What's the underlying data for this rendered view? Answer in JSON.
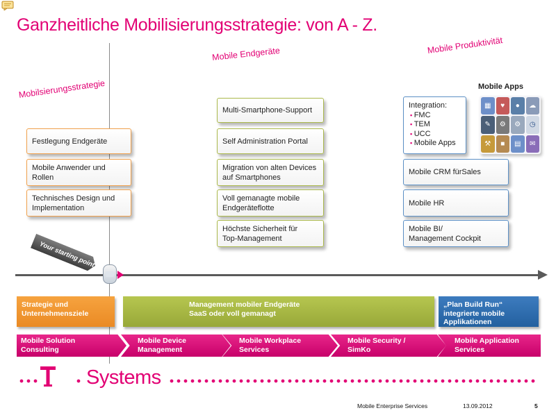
{
  "title": "Ganzheitliche Mobilisierungsstrategie: von A - Z.",
  "categories": {
    "strategy": "Mobilsierungsstrategie",
    "devices": "Mobile Endgeräte",
    "productivity": "Mobile Produktivität"
  },
  "strategy_boxes": [
    "Festlegung Endgeräte",
    "Mobile Anwender und\nRollen",
    "Technisches Design und\nImplementation"
  ],
  "device_boxes": [
    "Multi-Smartphone-Support",
    "Self Administration Portal",
    "Migration von alten Devices\nauf Smartphones",
    "Voll gemanagte mobile\nEndgeräteflotte",
    "Höchste Sicherheit für\nTop-Management"
  ],
  "productivity": {
    "integration_title": "Integration:",
    "integration_items": [
      "FMC",
      "TEM",
      "UCC",
      "Mobile Apps"
    ],
    "apps_label": "Mobile Apps",
    "boxes": [
      "Mobile CRM fürSales",
      "Mobile HR",
      "Mobile BI/\nManagement Cockpit"
    ]
  },
  "starting_point": "Your starting point",
  "bands": {
    "orange": "Strategie und\nUnternehmensziele",
    "green": "Management mobiler Endgeräte\nSaaS oder voll gemanagt",
    "blue": "„Plan Build Run“\nintegrierte mobile\nApplikationen"
  },
  "chevrons": [
    "Mobile Solution\nConsulting",
    "Mobile Device\nManagement",
    "Mobile Workplace\nServices",
    "Mobile Security /\nSimKo",
    "Mobile Application\nServices"
  ],
  "logo": {
    "word": "Systems"
  },
  "footer": {
    "label": "Mobile Enterprise Services",
    "date": "13.09.2012",
    "page": "5"
  },
  "colors": {
    "magenta": "#e20074",
    "orange": "#f0a04b",
    "green": "#aab84a",
    "blue": "#5b8fc5"
  },
  "icons": [
    "comment-icon",
    "t-logo-icon",
    "app-icon"
  ]
}
